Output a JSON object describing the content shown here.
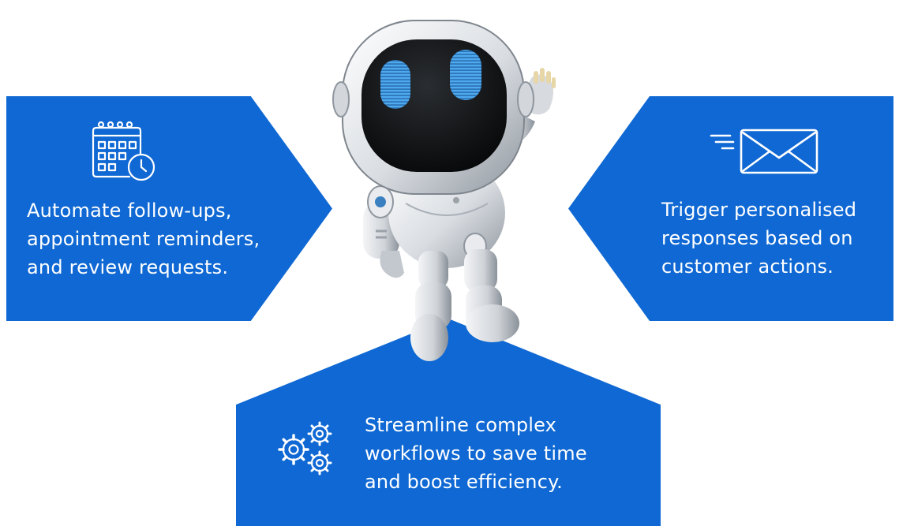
{
  "panels": {
    "left": {
      "icon": "calendar-clock-icon",
      "lines": [
        "Automate follow-ups,",
        "appointment reminders,",
        "and review requests."
      ]
    },
    "right": {
      "icon": "envelope-fast-icon",
      "lines": [
        "Trigger personalised",
        "responses based on",
        "customer actions."
      ]
    },
    "bottom": {
      "icon": "gears-icon",
      "lines": [
        "Streamline complex",
        "workflows to save time",
        "and boost efficiency."
      ]
    }
  },
  "illustration": "waving-robot",
  "colors": {
    "panel_blue": "#0f68d3",
    "text": "#ffffff",
    "background": "#ffffff"
  }
}
